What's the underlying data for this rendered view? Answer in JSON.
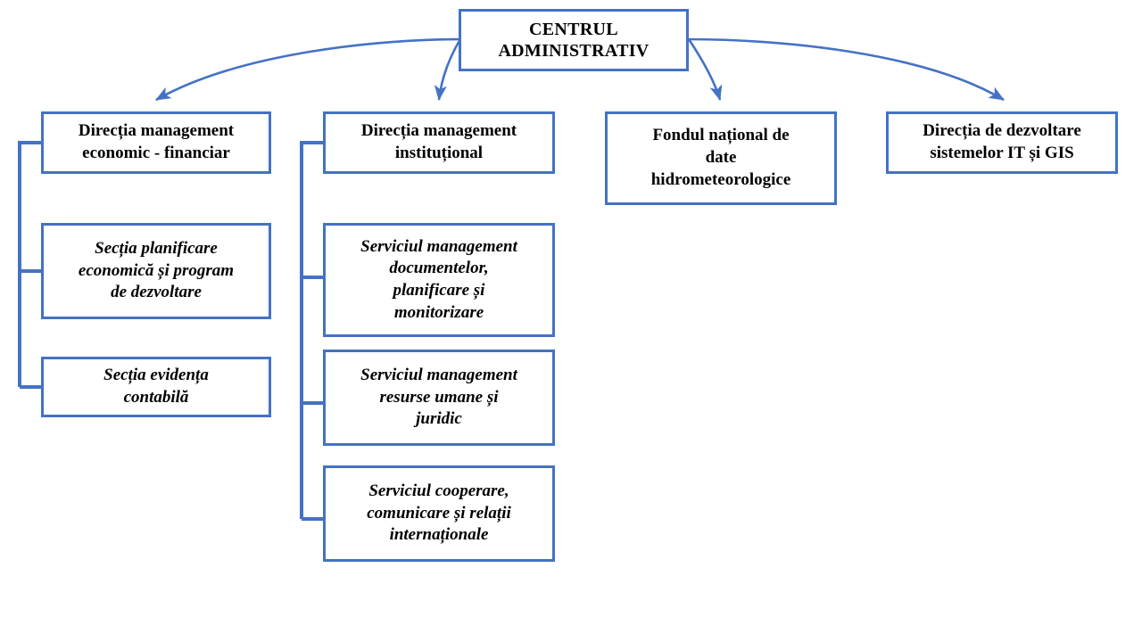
{
  "diagram": {
    "title": "Organigrama Centrul Administrativ",
    "colors": {
      "border": "#4472C4",
      "connector": "#4472C4",
      "background": "#FFFFFF",
      "text": "#000000"
    },
    "root": {
      "id": "centrul-administrativ",
      "label": "CENTRUL\nADMINISTRATIV"
    },
    "level1": [
      {
        "id": "directia-management-economic-financiar",
        "label": "Direcția management\neconomic - financiar"
      },
      {
        "id": "directia-management-institutional",
        "label": "Direcția management\ninstituțional"
      },
      {
        "id": "fondul-national-de-date-hidrometeorologice",
        "label": "Fondul național de\ndate\nhidrometeorologice"
      },
      {
        "id": "directia-de-dezvoltare-sistemelor-it-si-gis",
        "label": "Direcția de dezvoltare\nsistemelor IT și GIS"
      }
    ],
    "level2": {
      "economic_financiar": [
        {
          "id": "sectia-planificare-economica-si-program-de-dezvoltare",
          "label": "Secția planificare\neconomică și program\nde dezvoltare"
        },
        {
          "id": "sectia-evidenta-contabila",
          "label": "Secția evidența\ncontabilă"
        }
      ],
      "management_institutional": [
        {
          "id": "serviciul-management-documentelor-planificare-si-monitorizare",
          "label": "Serviciul management\ndocumentelor,\nplanificare și\nmonitorizare"
        },
        {
          "id": "serviciul-management-resurse-umane-si-juridic",
          "label": "Serviciul management\nresurse umane și\njuridic"
        },
        {
          "id": "serviciul-cooperare-comunicare-si-relatii-internationale",
          "label": "Serviciul cooperare,\ncomunicare și relații\ninternaționale"
        }
      ]
    }
  }
}
